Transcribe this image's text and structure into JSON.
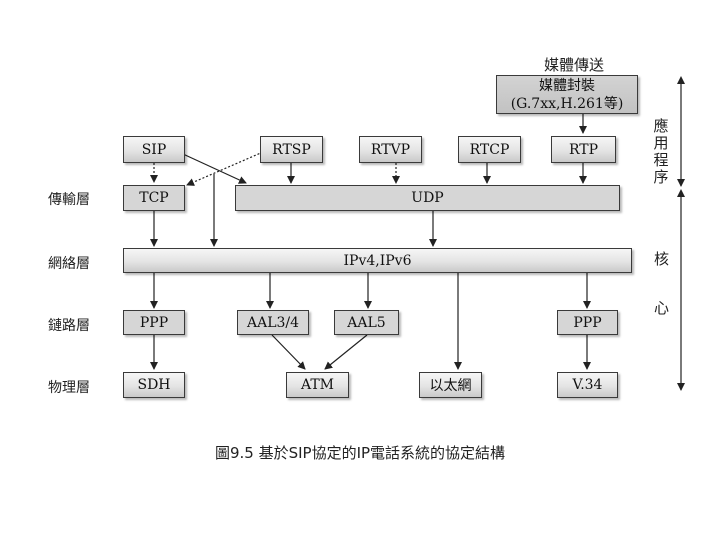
{
  "media_transport_label": "媒體傳送",
  "media_encap": {
    "line1": "媒體封裝",
    "line2": "(G.7xx,H.261等)"
  },
  "app_protocols": {
    "sip": "SIP",
    "rtsp": "RTSP",
    "rtvp": "RTVP",
    "rtcp": "RTCP",
    "rtp": "RTP"
  },
  "transport": {
    "tcp": "TCP",
    "udp": "UDP"
  },
  "network": {
    "ip": "IPv4,IPv6"
  },
  "link": {
    "ppp_left": "PPP",
    "aal34": "AAL3/4",
    "aal5": "AAL5",
    "ppp_right": "PPP"
  },
  "physical": {
    "sdh": "SDH",
    "atm": "ATM",
    "ethernet": "以太網",
    "v34": "V.34"
  },
  "layer_labels": {
    "transport": "傳輸層",
    "network": "網絡層",
    "link": "鏈路層",
    "physical": "物理層"
  },
  "side_labels": {
    "application": "應用程序",
    "core_1": "核",
    "core_2": "心"
  },
  "caption": "圖9.5  基於SIP協定的IP電話系統的協定結構"
}
